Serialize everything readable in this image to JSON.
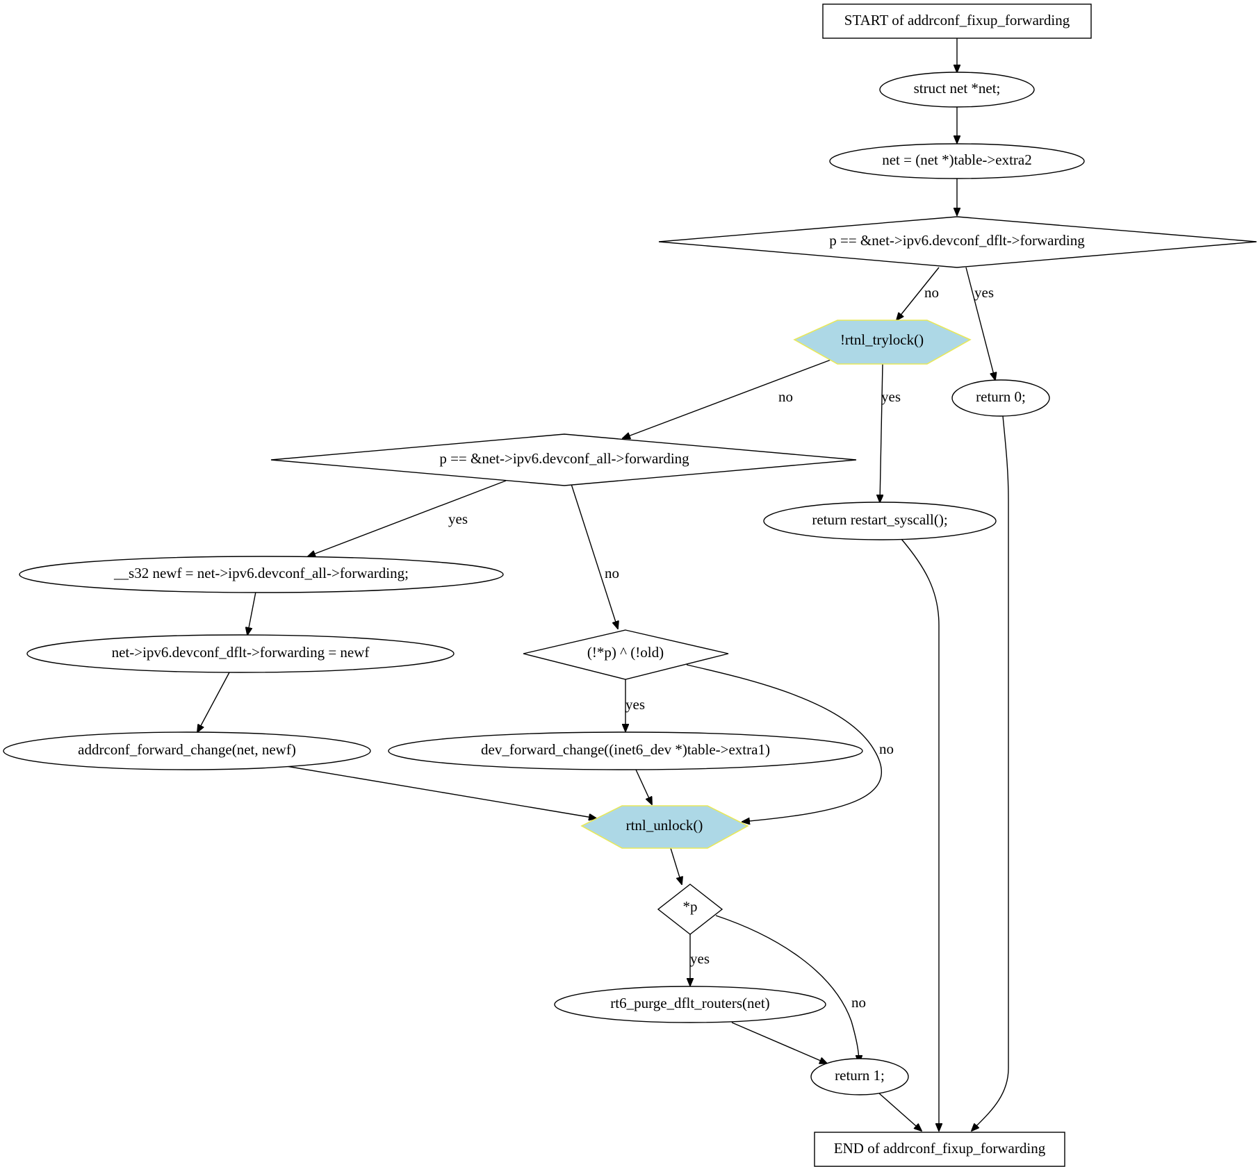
{
  "nodes": {
    "start": "START of addrconf_fixup_forwarding",
    "decl_net": "struct net *net;",
    "assign_net": "net = (net *)table->extra2",
    "cond_dflt": "p == &net->ipv6.devconf_dflt->forwarding",
    "trylock": "!rtnl_trylock()",
    "return_zero": "return 0;",
    "cond_all": "p == &net->ipv6.devconf_all->forwarding",
    "restart": "return restart_syscall();",
    "newf": "__s32 newf = net->ipv6.devconf_all->forwarding;",
    "set_dflt": "net->ipv6.devconf_dflt->forwarding = newf",
    "cond_old": "(!*p) ^ (!old)",
    "addrconf_change": "addrconf_forward_change(net, newf)",
    "dev_change": "dev_forward_change((inet6_dev *)table->extra1)",
    "unlock": "rtnl_unlock()",
    "cond_p": "*p",
    "purge": "rt6_purge_dflt_routers(net)",
    "return_one": "return 1;",
    "end": "END of addrconf_fixup_forwarding"
  },
  "edge_labels": {
    "dflt_no": "no",
    "dflt_yes": "yes",
    "trylock_no": "no",
    "trylock_yes": "yes",
    "all_yes": "yes",
    "all_no": "no",
    "old_yes": "yes",
    "old_no": "no",
    "p_yes": "yes",
    "p_no": "no"
  },
  "colors": {
    "call_fill": "#add8e6",
    "call_stroke": "#e8e85a",
    "line": "#000000"
  }
}
